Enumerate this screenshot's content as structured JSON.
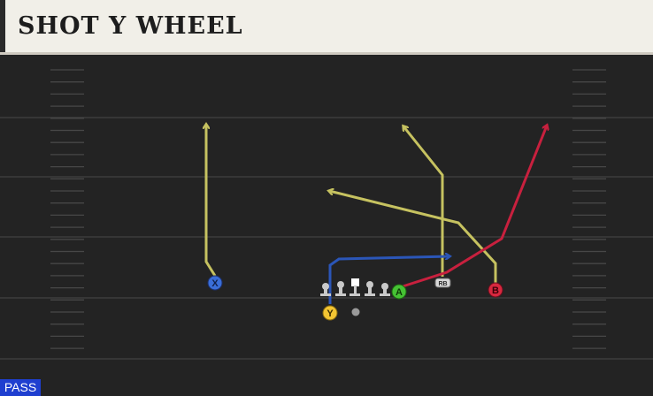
{
  "play": {
    "title": "SHOT Y WHEEL",
    "play_type_badge": "PASS"
  },
  "players": {
    "x": {
      "label": "X",
      "color": "#3a6ed8",
      "route_color": "#c6c260"
    },
    "y": {
      "label": "Y",
      "color": "#f3c533",
      "route_color": "#2b56b8"
    },
    "a": {
      "label": "A",
      "color": "#46c234",
      "route_color": "#c8203e"
    },
    "b": {
      "label": "B",
      "color": "#d8283f",
      "route_color": "#c6c260"
    },
    "rb": {
      "label": "RB",
      "color": "#d8d8d8",
      "route_color": "#c6c260"
    }
  },
  "colors": {
    "field": "#232323",
    "yard_lines": "#3c3c3c",
    "hash_marks": "#474747",
    "lineman": "#c9c9c9",
    "title_bg": "#f1efe8",
    "badge_bg": "#1f3fd0"
  }
}
